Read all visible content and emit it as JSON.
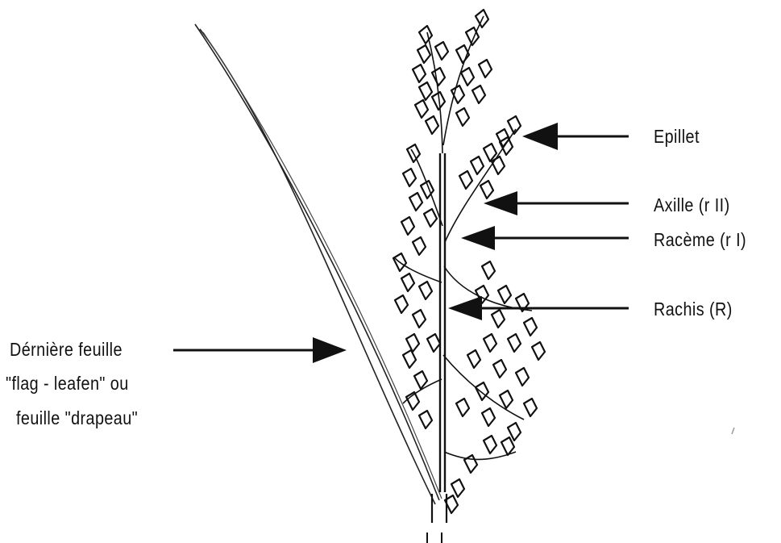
{
  "labels": {
    "epillet": "Epillet",
    "axille": "Axille (r II)",
    "raceme": "Racème (r I)",
    "rachis": "Rachis (R)",
    "flag_line1": "Dérnière feuille",
    "flag_line2": "\"flag - leafen\" ou",
    "flag_line3": "feuille \"drapeau\""
  },
  "colors": {
    "ink": "#111111",
    "background": "#ffffff"
  }
}
